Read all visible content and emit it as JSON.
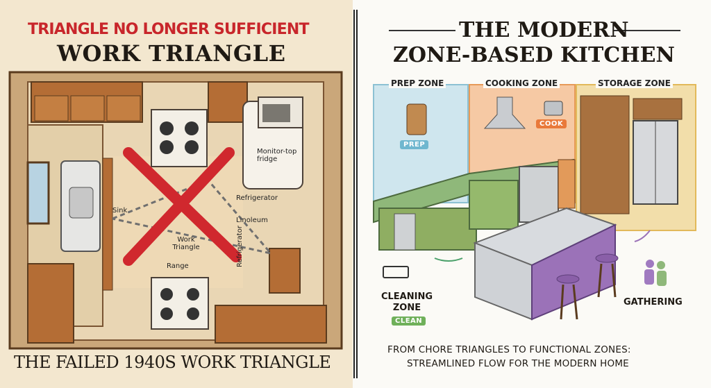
{
  "left": {
    "headline_red": "TRIANGLE",
    "headline_rest": "NO LONGER SUFFICIENT",
    "title": "WORK TRIANGLE",
    "caption": "THE FAILED 1940S WORK TRIANGLE",
    "labels": {
      "monitor_fridge": "Monitor-top fridge",
      "refrigerator_top": "Refrigerator",
      "sink": "Sink",
      "linoleum": "Linoleum",
      "work_triangle": "Work Triangle",
      "range": "Range",
      "refrigerator_side": "Refrigerator"
    }
  },
  "right": {
    "title_line1": "THE MODERN",
    "title_line2": "ZONE-BASED KITCHEN",
    "zones": {
      "prep": "PREP ZONE",
      "cooking": "COOKING ZONE",
      "storage": "STORAGE ZONE"
    },
    "tags": {
      "prep": "PREP",
      "cook": "COOK",
      "clean": "CLEAN"
    },
    "cleaning_zone": "CLEANING ZONE",
    "gathering": "GATHERING",
    "caption_line1": "FROM CHORE TRIANGLES TO FUNCTIONAL ZONES:",
    "caption_line2": "STREAMLINED FLOW FOR THE MODERN HOME"
  },
  "colors": {
    "red": "#c8262b",
    "prep": "#a9d3df",
    "cooking": "#f0a26a",
    "storage": "#e8c26a",
    "cleaning": "#7fb35f",
    "gathering": "#a07ac0"
  }
}
